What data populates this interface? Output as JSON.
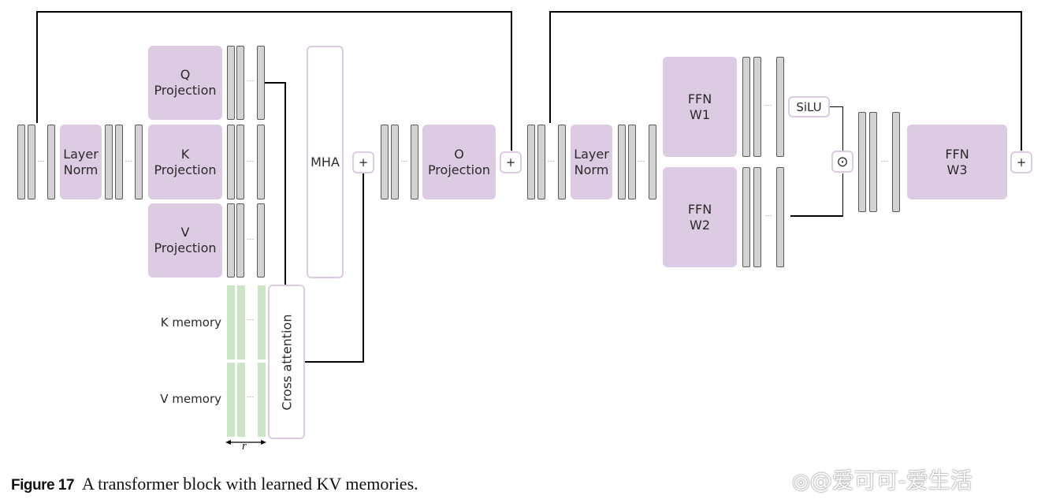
{
  "figure": {
    "label": "Figure 17",
    "caption": "A transformer block with learned KV memories."
  },
  "blocks": {
    "layer_norm_1": "Layer\nNorm",
    "q_projection": "Q\nProjection",
    "k_projection": "K\nProjection",
    "v_projection": "V\nProjection",
    "mha": "MHA",
    "cross_attention": "Cross attention",
    "o_projection": "O\nProjection",
    "layer_norm_2": "Layer\nNorm",
    "ffn_w1": "FFN\nW1",
    "ffn_w2": "FFN\nW2",
    "silu": "SiLU",
    "ffn_w3": "FFN\nW3"
  },
  "operators": {
    "add_symbol": "+",
    "hadamard_symbol": "⊙"
  },
  "memory": {
    "k_label": "K memory",
    "v_label": "V memory",
    "width_label": "r"
  },
  "ellipsis": "···",
  "watermark": "@爱可可-爱生活",
  "colors": {
    "block_fill": "#dccbe2",
    "memory_fill": "#cbe6c4",
    "vector_fill": "#d3d3d3",
    "wire": "#000000"
  }
}
